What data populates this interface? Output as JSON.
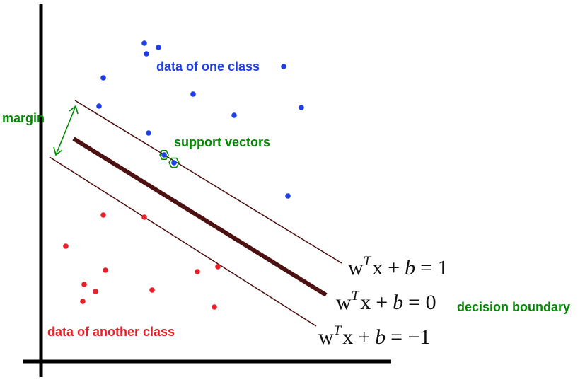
{
  "labels": {
    "blue_class": "data of one class",
    "red_class": "data of another class",
    "margin": "margin",
    "support_vectors": "support vectors",
    "decision_boundary": "decision boundary"
  },
  "equations": {
    "upper": {
      "w": "w",
      "sup": "T",
      "x": "x",
      "plus": "+",
      "b": "b",
      "rhs": "= 1"
    },
    "middle": {
      "w": "w",
      "sup": "T",
      "x": "x",
      "plus": "+",
      "b": "b",
      "rhs": "= 0"
    },
    "lower": {
      "w": "w",
      "sup": "T",
      "x": "x",
      "plus": "+",
      "b": "b",
      "rhs": "= −1"
    }
  },
  "colors": {
    "blue": "#1f3fe6",
    "red": "#e8202a",
    "green": "#008a00",
    "line": "#4a0d0d",
    "boundary": "#4d1111",
    "axis": "#000000",
    "equation": "#111111"
  }
}
